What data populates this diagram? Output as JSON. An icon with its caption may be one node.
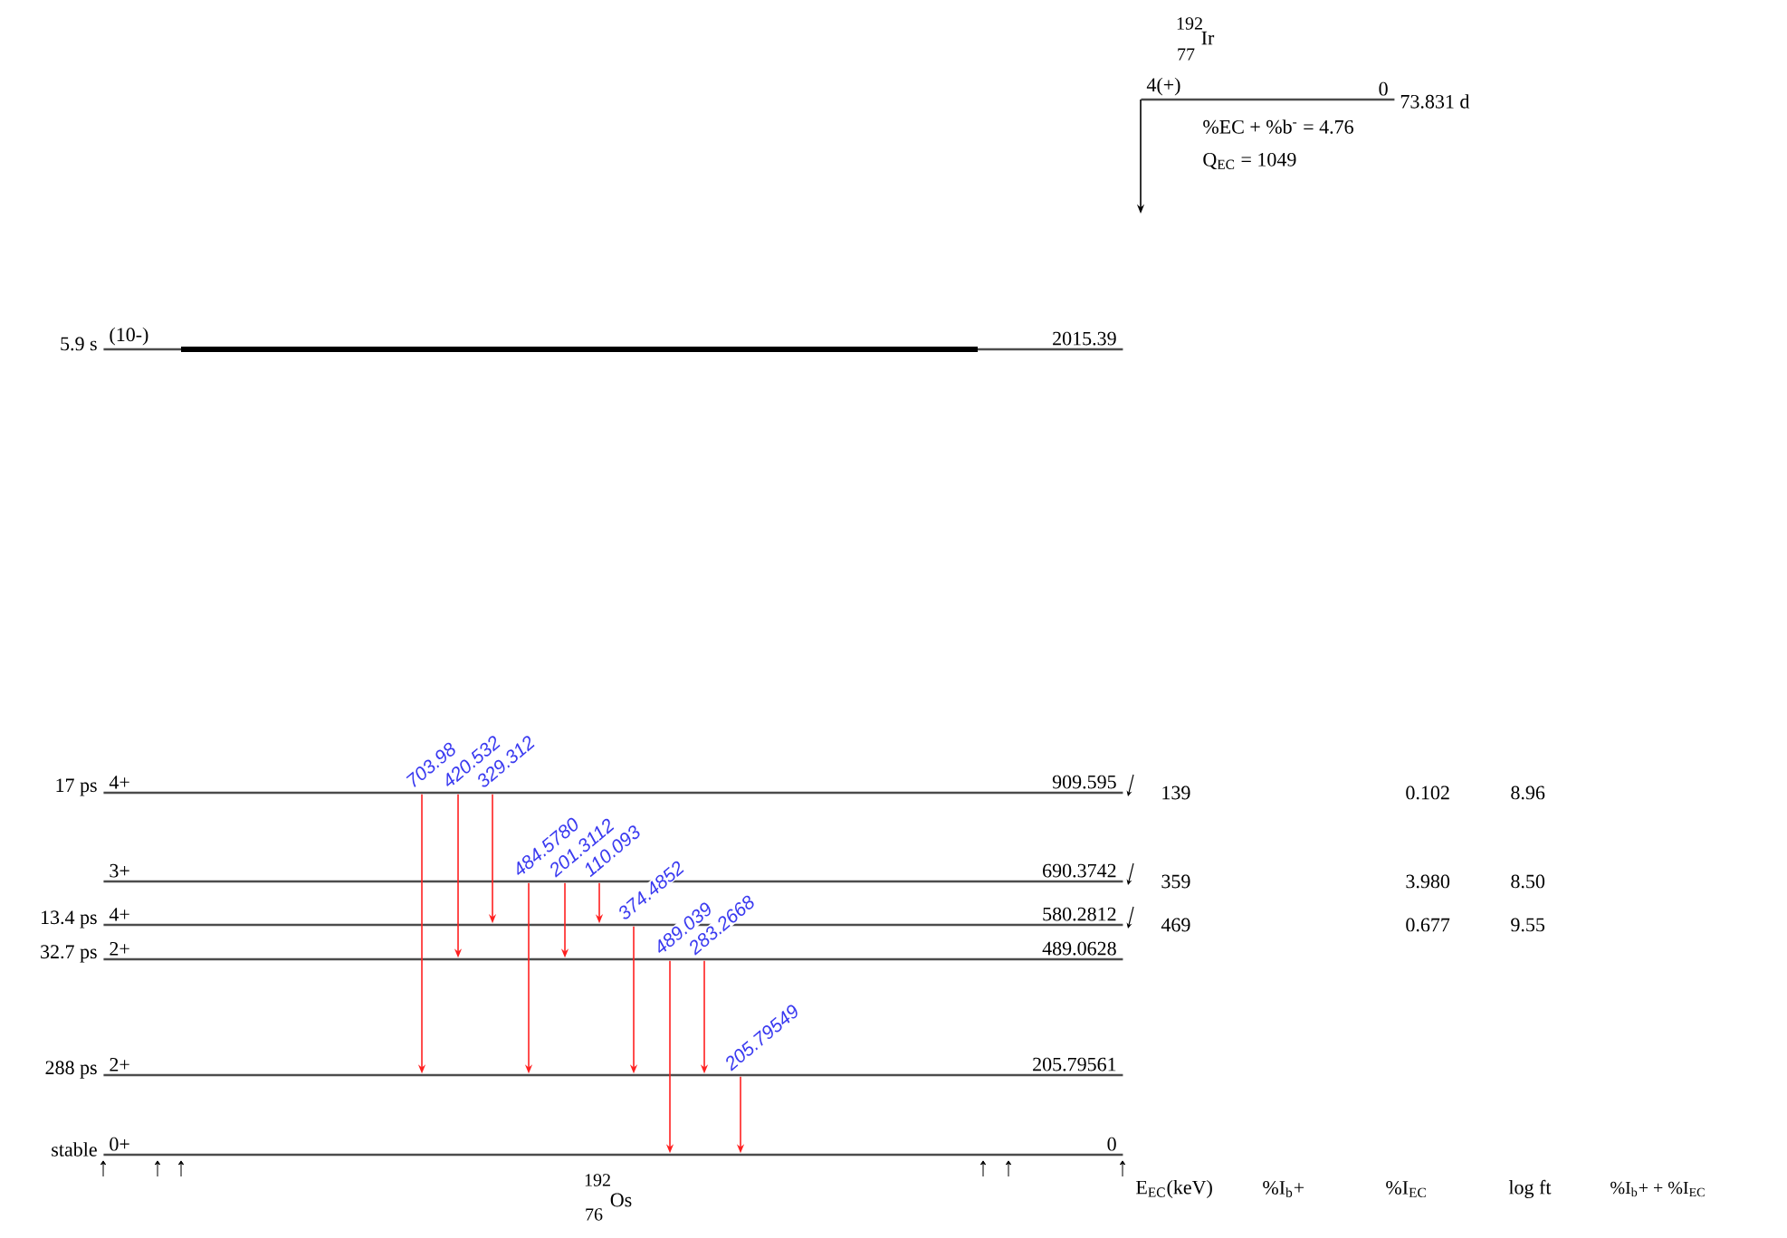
{
  "diagram": {
    "nodes": [
      {
        "text": [
          "4(+)",
          "0"
        ],
        "beside": [
          "73.831 d"
        ]
      },
      {
        "text": [
          "(10-)",
          "2015.39"
        ],
        "beside": [
          "5.9 s"
        ]
      },
      {
        "text": [
          "4+",
          "909.595"
        ],
        "beside": [
          "17 ps"
        ]
      },
      {
        "text": [
          "3+",
          "690.3742"
        ]
      },
      {
        "text": [
          "4+",
          "580.2812"
        ],
        "beside": [
          "13.4 ps"
        ]
      },
      {
        "text": [
          "2+",
          "489.0628"
        ],
        "beside": [
          "32.7 ps"
        ]
      },
      {
        "text": [
          "2+",
          "205.79561"
        ],
        "beside": [
          "288 ps"
        ]
      },
      {
        "text": [
          "0+",
          "0"
        ],
        "beside": [
          "stable"
        ]
      }
    ],
    "edges": [
      {
        "from": 0,
        "to": null,
        "arrow": "to",
        "color": "#000000"
      },
      {
        "from": 2,
        "to": 6,
        "arrow": "to",
        "label": "703.98"
      },
      {
        "from": 2,
        "to": 5,
        "arrow": "to",
        "label": "420.532"
      },
      {
        "from": 2,
        "to": 4,
        "arrow": "to",
        "label": "329.312"
      },
      {
        "from": 3,
        "to": 6,
        "arrow": "to",
        "label": "484.5780"
      },
      {
        "from": 3,
        "to": 5,
        "arrow": "to",
        "label": "201.3112"
      },
      {
        "from": 3,
        "to": 4,
        "arrow": "to",
        "label": "110.093"
      },
      {
        "from": 4,
        "to": 6,
        "arrow": "to",
        "label": "374.4852"
      },
      {
        "from": 5,
        "to": 7,
        "arrow": "to",
        "label": "489.039"
      },
      {
        "from": 5,
        "to": 6,
        "arrow": "to",
        "label": "283.2668"
      },
      {
        "from": 6,
        "to": 7,
        "arrow": "to",
        "label": "205.79549"
      }
    ],
    "labels": [
      "192",
      "77",
      "Ir",
      "%EC + %b$^{-}$ = 4.76",
      "Q$_{EC}$ = 1049",
      "139",
      "0.102",
      "8.96",
      "359",
      "3.980",
      "8.50",
      "469",
      "0.677",
      "9.55",
      "192",
      "76",
      "Os",
      "E$_{EC}$(keV)",
      "%I$_{b}$+",
      "%I$_{EC}$",
      "log ft",
      "%I$_{b}$+ + %I$_{EC}$"
    ]
  }
}
